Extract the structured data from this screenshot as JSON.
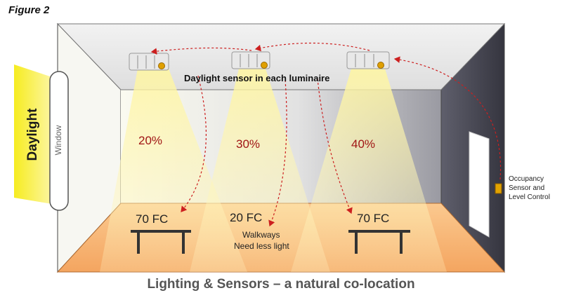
{
  "figure_label": "Figure 2",
  "daylight_label": "Daylight",
  "window_label": "Window",
  "sensor_caption": "Daylight sensor in each luminaire",
  "zones": [
    {
      "dimming": "20%",
      "illuminance": "70 FC"
    },
    {
      "dimming": "30%",
      "illuminance": "20 FC"
    },
    {
      "dimming": "40%",
      "illuminance": "70 FC"
    }
  ],
  "walkway_note": [
    "Walkways",
    "Need less light"
  ],
  "occupancy_label": [
    "Occupancy",
    "Sensor and",
    "Level Control"
  ],
  "caption": "Lighting & Sensors – a natural co-location",
  "colors": {
    "arrow": "#cc1f1f",
    "daylight": "#f7ee2a",
    "floor": "#f8b874",
    "sensor_dot": "#e0a000",
    "occupancy_sensor": "#e2a300"
  }
}
